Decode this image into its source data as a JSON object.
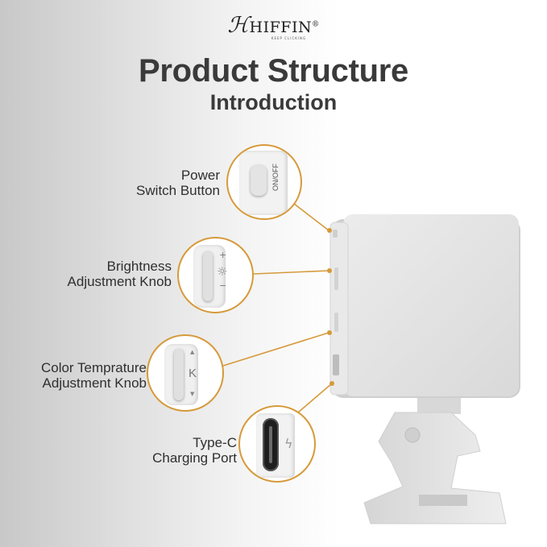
{
  "brand": {
    "name": "HIFFIN",
    "registered": "®",
    "tagline": "KEEP CLICKING"
  },
  "title": "Product Structure",
  "subtitle": "Introduction",
  "callouts": [
    {
      "line1": "Power",
      "line2": "Switch Button",
      "switch_text": "ON/OFF"
    },
    {
      "line1": "Brightness",
      "line2": "Adjustment Knob",
      "plus": "+",
      "minus": "−"
    },
    {
      "line1": "Color Temprature",
      "line2": "Adjustment Knob",
      "k_letter": "K"
    },
    {
      "line1": "Type-C",
      "line2": "Charging Port"
    }
  ],
  "colors": {
    "accent": "#d69a3a",
    "text": "#3a3a3a",
    "device": "#e6e6e6"
  },
  "icons": [
    "sun-icon",
    "lightning-icon"
  ]
}
